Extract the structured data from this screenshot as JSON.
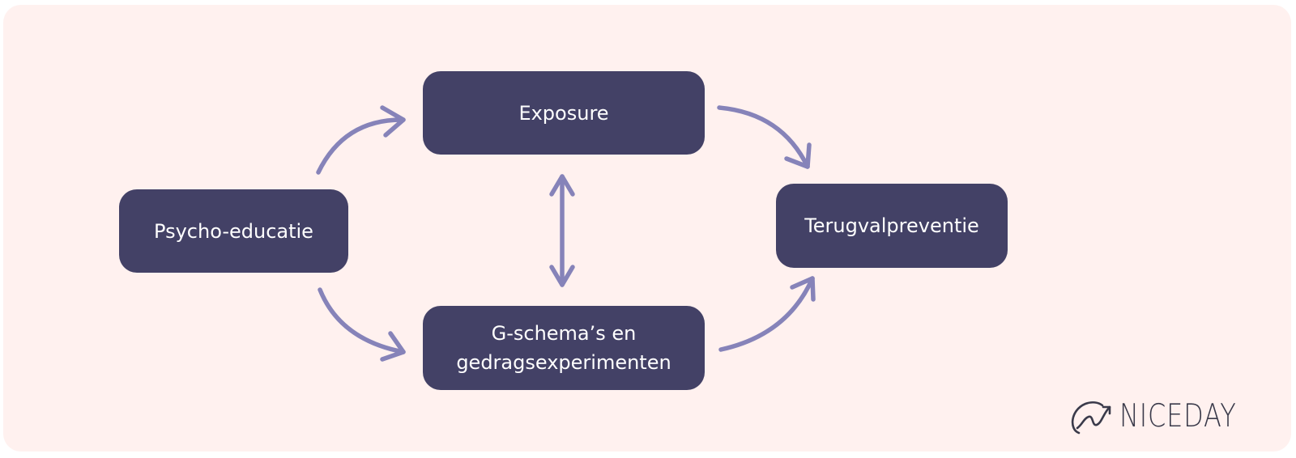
{
  "colors": {
    "background": "#fff1ef",
    "node_fill": "#434166",
    "node_text": "#ffffff",
    "arrow": "#8683b9",
    "logo": "#3a3a4a"
  },
  "nodes": {
    "psycho_educatie": {
      "lines": [
        "Psycho-educatie"
      ]
    },
    "exposure": {
      "lines": [
        "Exposure"
      ]
    },
    "g_schema": {
      "lines": [
        "G-schema’s en",
        "gedragsexperimenten"
      ]
    },
    "terugvalpreventie": {
      "lines": [
        "Terugvalpreventie"
      ]
    }
  },
  "edges": [
    {
      "from": "psycho_educatie",
      "to": "exposure",
      "direction": "forward"
    },
    {
      "from": "psycho_educatie",
      "to": "g_schema",
      "direction": "forward"
    },
    {
      "from": "exposure",
      "to": "g_schema",
      "direction": "both"
    },
    {
      "from": "exposure",
      "to": "terugvalpreventie",
      "direction": "forward"
    },
    {
      "from": "g_schema",
      "to": "terugvalpreventie",
      "direction": "forward"
    }
  ],
  "logo": {
    "icon": "trend-arrow-icon",
    "text": "NICEDAY"
  }
}
